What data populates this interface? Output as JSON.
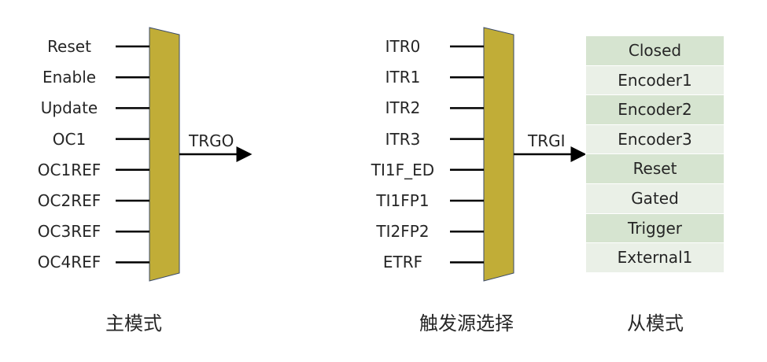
{
  "master": {
    "inputs": [
      "Reset",
      "Enable",
      "Update",
      "OC1",
      "OC1REF",
      "OC2REF",
      "OC3REF",
      "OC4REF"
    ],
    "output_label": "TRGO",
    "caption": "主模式"
  },
  "trigger": {
    "inputs": [
      "ITR0",
      "ITR1",
      "ITR2",
      "ITR3",
      "TI1F_ED",
      "TI1FP1",
      "TI2FP2",
      "ETRF"
    ],
    "output_label": "TRGI",
    "caption": "触发源选择"
  },
  "slave": {
    "modes": [
      "Closed",
      "Encoder1",
      "Encoder2",
      "Encoder3",
      "Reset",
      "Gated",
      "Trigger",
      "External1"
    ],
    "caption": "从模式"
  },
  "colors": {
    "mux_fill": "#c1ad37",
    "mux_stroke": "#3a4a6a",
    "row_dark": "#d6e4d0",
    "row_light": "#eaf0e7",
    "line": "#000000"
  }
}
